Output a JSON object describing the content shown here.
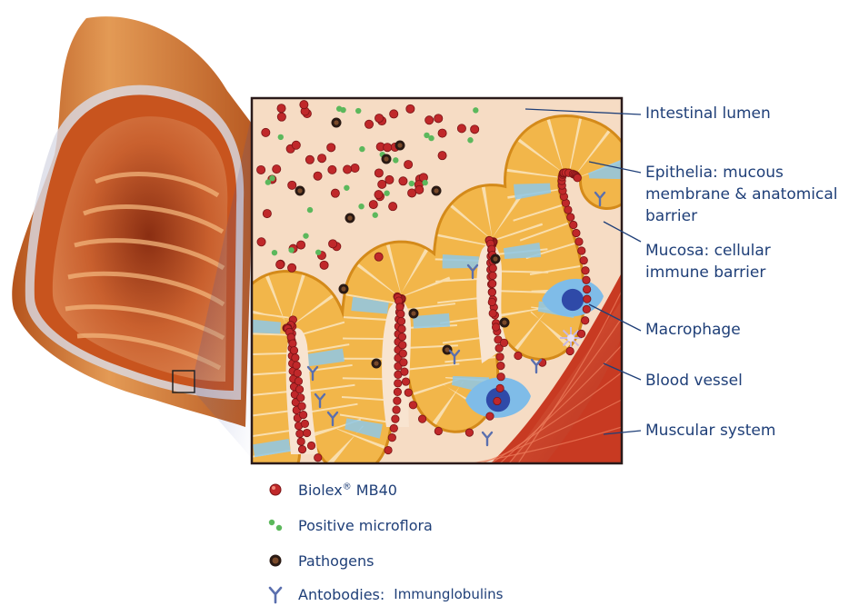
{
  "labels": {
    "intestinal_lumen": "Intestinal lumen",
    "epithelia": [
      "Epithelia: mucous",
      "membrane & anatomical",
      "barrier"
    ],
    "mucosa": [
      "Mucosa: cellular",
      "immune barrier"
    ],
    "macrophage": "Macrophage",
    "blood_vessel": "Blood vessel",
    "muscular_system": "Muscular system"
  },
  "legend": {
    "biolex": {
      "name": "Biolex",
      "mark": "®",
      "suffix": "MB40"
    },
    "microflora": "Positive microflora",
    "pathogens": "Pathogens",
    "antibodies": {
      "label": "Antobodies:",
      "note": "Immunglobulins"
    }
  },
  "colors": {
    "biolex": "#c0282a",
    "microflora": "#5cb85c",
    "pathogen": "#2a1a14",
    "antibody": "#5a6fae",
    "text": "#1f3f78"
  }
}
